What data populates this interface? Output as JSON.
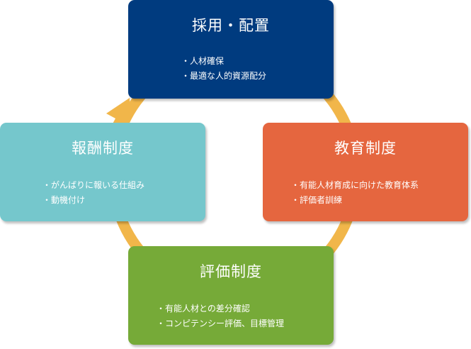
{
  "colors": {
    "ring": "#f1b64a",
    "top": "#003b7f",
    "right": "#e5663f",
    "bottom": "#76aa38",
    "left": "#75c7cc"
  },
  "boxes": {
    "top": {
      "title": "採用・配置",
      "items": [
        "人材確保",
        "最適な人的資源配分"
      ]
    },
    "right": {
      "title": "教育制度",
      "items": [
        "有能人材育成に向けた教育体系",
        "評価者訓練"
      ]
    },
    "bottom": {
      "title": "評価制度",
      "items": [
        "有能人材との差分確認",
        "コンピテンシー評価、目標管理"
      ]
    },
    "left": {
      "title": "報酬制度",
      "items": [
        "がんばりに報いる仕組み",
        "動機付け"
      ]
    }
  }
}
